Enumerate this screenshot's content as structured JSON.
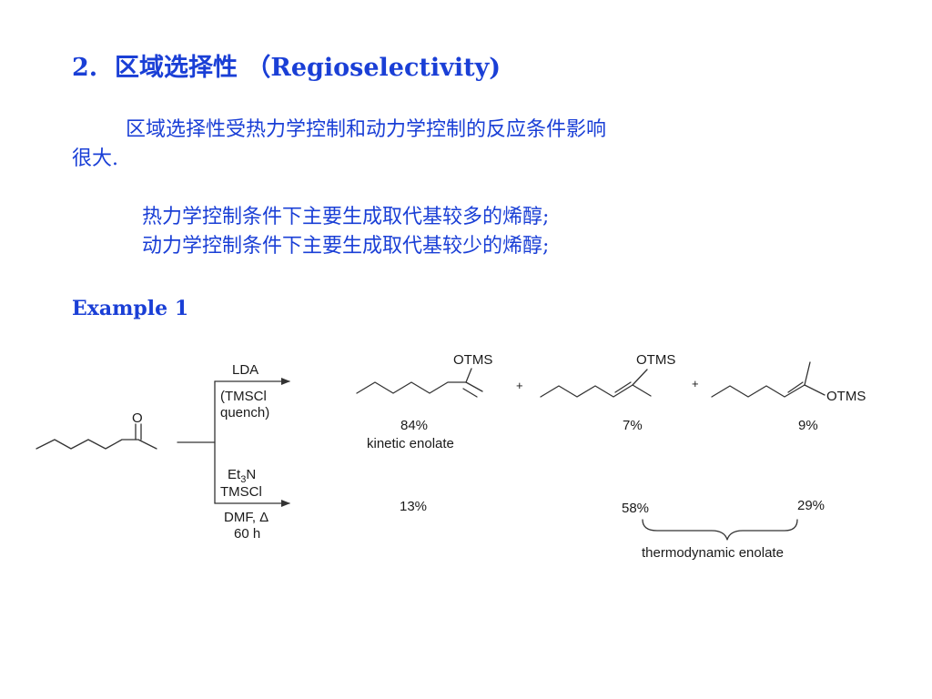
{
  "heading": {
    "number": "2.",
    "title_cn": "区域选择性",
    "title_en": "（Regioselectivity)"
  },
  "paragraphs": {
    "intro_line1": "区域选择性受热力学控制和动力学控制的反应条件影响",
    "intro_line2": "很大.",
    "thermo_rule": "热力学控制条件下主要生成取代基较多的烯醇;",
    "kinetic_rule": "动力学控制条件下主要生成取代基较少的烯醇;"
  },
  "example_label": "Example 1",
  "scheme": {
    "start_oxygen": "O",
    "top_conditions": [
      "LDA",
      "(TMSCl",
      "quench)"
    ],
    "bottom_conditions": {
      "et3n_main": "Et",
      "et3n_sub": "3",
      "et3n_tail": "N",
      "line2": "TMSCl",
      "line3": "DMF, Δ",
      "line4": "60 h"
    },
    "product_label": "OTMS",
    "plus": "+",
    "top_yields": [
      "84%",
      "7%",
      "9%"
    ],
    "kinetic_label": "kinetic enolate",
    "bottom_yields": [
      "13%",
      "58%",
      "29%"
    ],
    "thermo_label": "thermodynamic enolate"
  },
  "colors": {
    "text_accent": "#1a3fd6",
    "structure_line": "#333333"
  }
}
